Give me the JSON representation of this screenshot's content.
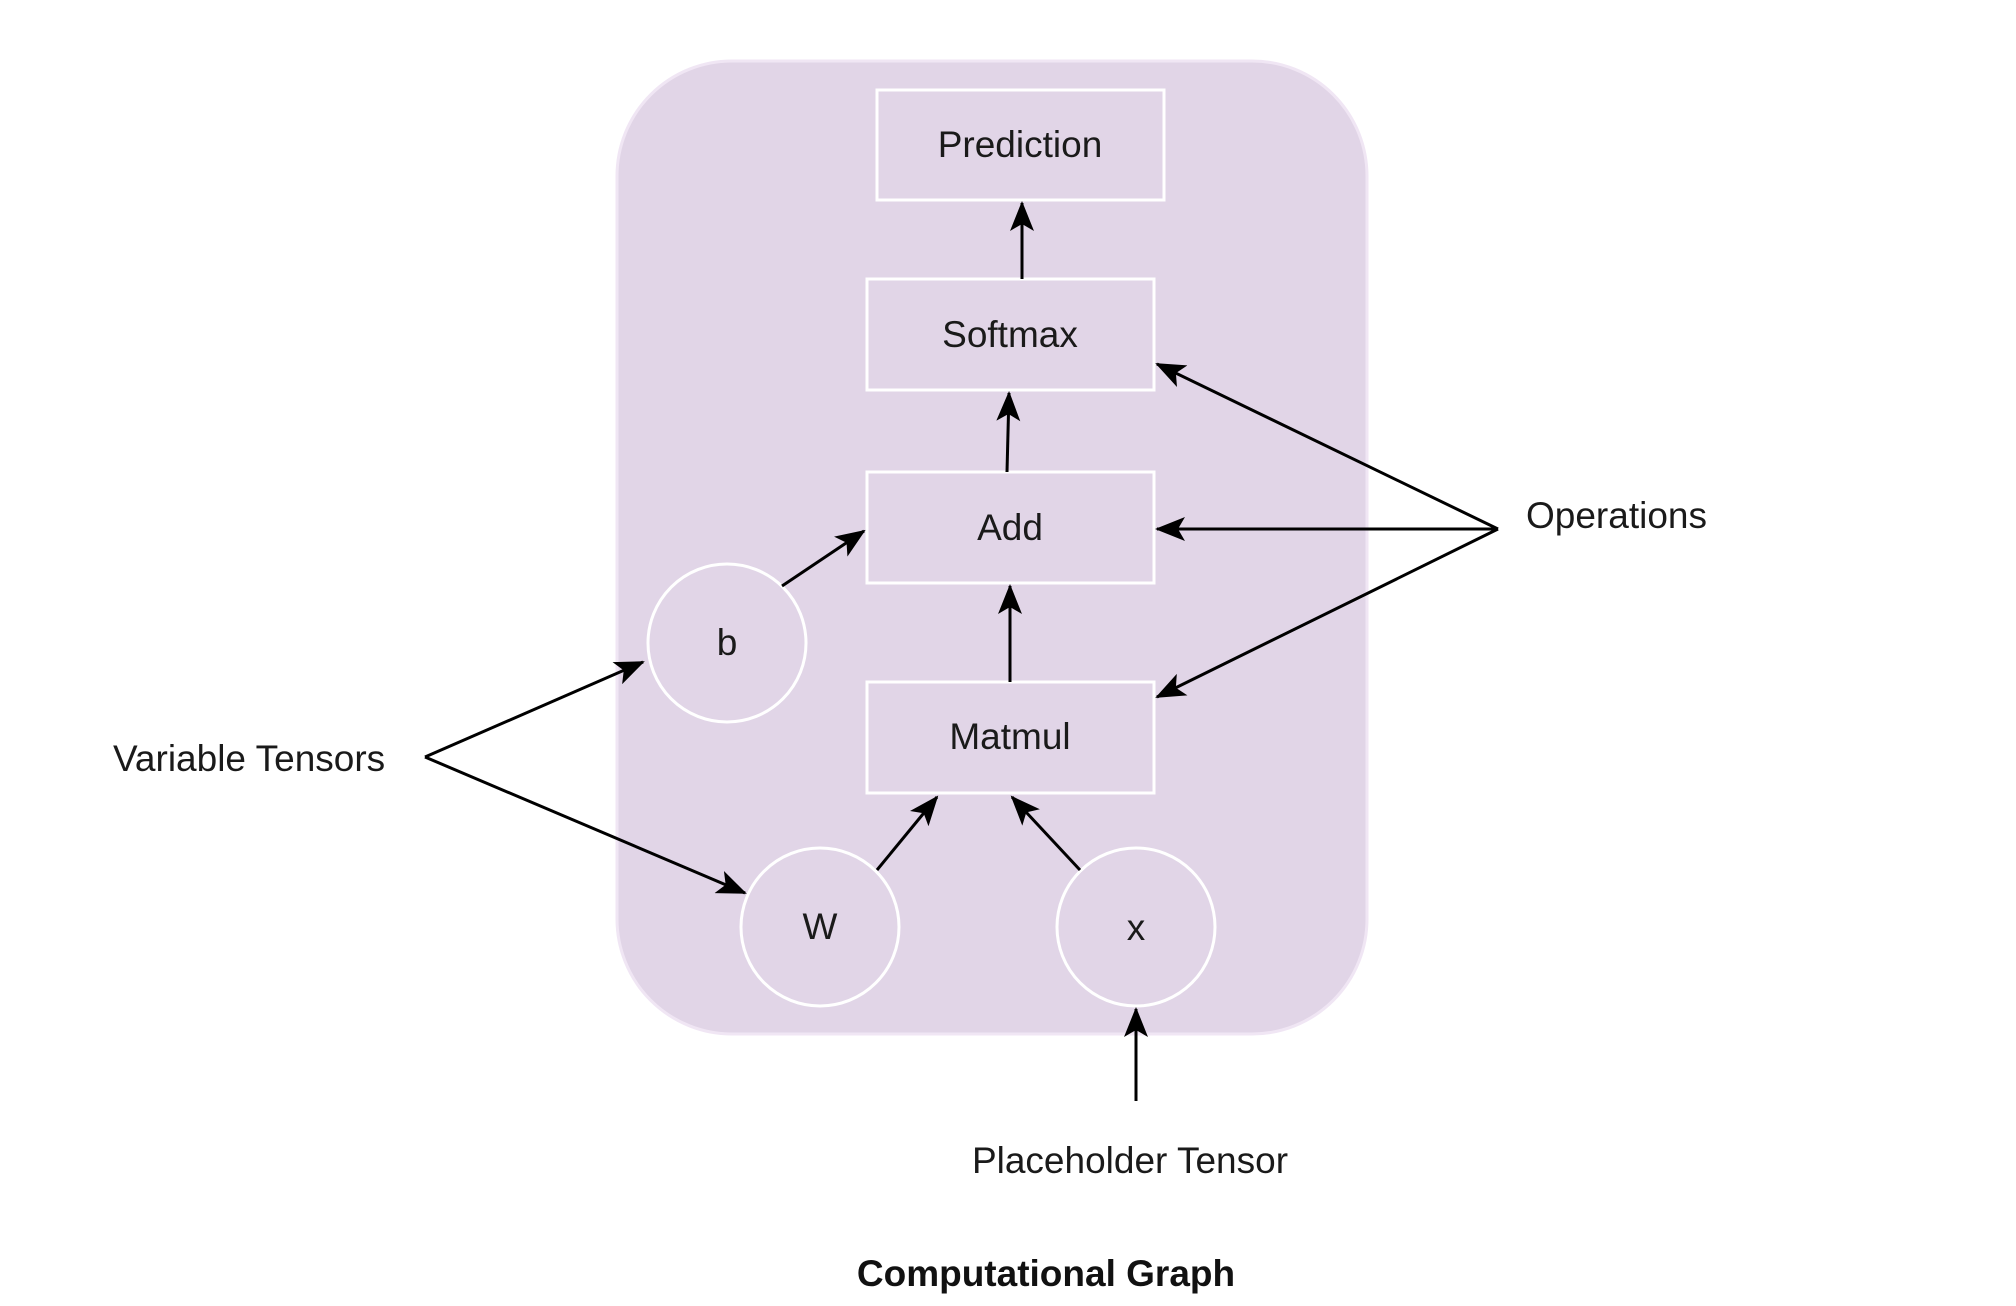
{
  "diagram": {
    "caption": "Computational Graph",
    "colors": {
      "container_fill": "#e1d5e7",
      "container_stroke": "#f0e6f4",
      "node_stroke": "#ffffff",
      "edge": "#000000",
      "text": "#1a1a1a"
    },
    "nodes": {
      "prediction": "Prediction",
      "softmax": "Softmax",
      "add": "Add",
      "matmul": "Matmul",
      "b": "b",
      "w": "W",
      "x": "x"
    },
    "annotations": {
      "variable_tensors": "Variable Tensors",
      "operations": "Operations",
      "placeholder_tensor": "Placeholder Tensor"
    },
    "edges": [
      {
        "from": "softmax",
        "to": "prediction"
      },
      {
        "from": "add",
        "to": "softmax"
      },
      {
        "from": "matmul",
        "to": "add"
      },
      {
        "from": "b",
        "to": "add"
      },
      {
        "from": "w",
        "to": "matmul"
      },
      {
        "from": "x",
        "to": "matmul"
      },
      {
        "from": "placeholder_tensor",
        "to": "x"
      },
      {
        "from": "variable_tensors",
        "to": "b"
      },
      {
        "from": "variable_tensors",
        "to": "w"
      },
      {
        "from": "operations",
        "to": "softmax"
      },
      {
        "from": "operations",
        "to": "add"
      },
      {
        "from": "operations",
        "to": "matmul"
      }
    ]
  }
}
